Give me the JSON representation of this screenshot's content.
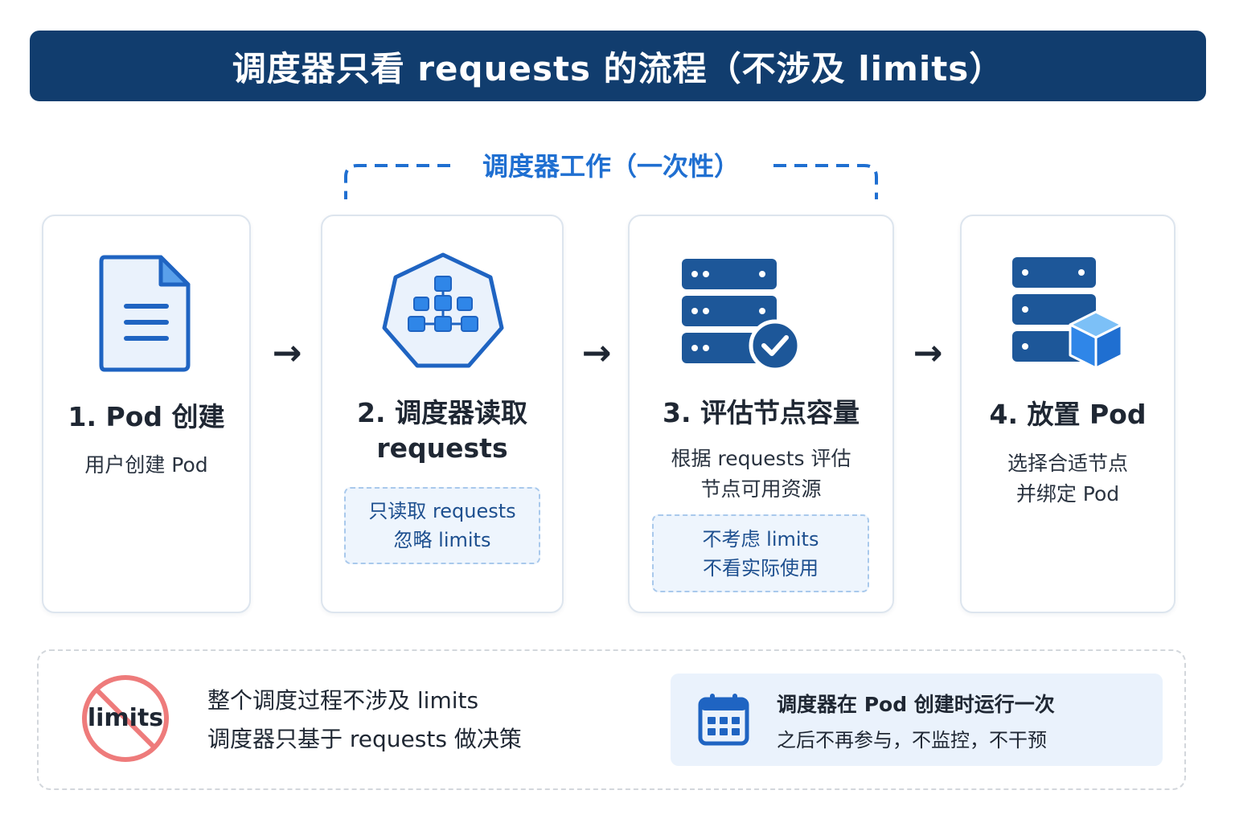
{
  "title": "调度器只看 requests 的流程（不涉及 limits）",
  "scheduler_bracket": {
    "label": "调度器工作（一次性）"
  },
  "steps": [
    {
      "icon": "document-icon",
      "title": "1. Pod 创建",
      "desc": [
        "用户创建 Pod"
      ],
      "note": []
    },
    {
      "icon": "kubernetes-scheduler-icon",
      "title": "2. 调度器读取",
      "title2": "requests",
      "desc": [],
      "note": [
        "只读取 requests",
        "忽略 limits"
      ]
    },
    {
      "icon": "server-check-icon",
      "title": "3. 评估节点容量",
      "desc": [
        "根据 requests 评估",
        "节点可用资源"
      ],
      "note": [
        "不考虑 limits",
        "不看实际使用"
      ]
    },
    {
      "icon": "server-cube-icon",
      "title": "4. 放置 Pod",
      "desc": [
        "选择合适节点",
        "并绑定 Pod"
      ],
      "note": []
    }
  ],
  "arrows": [
    "→",
    "→",
    "→"
  ],
  "bottom": {
    "no_limits_icon_text": "limits",
    "lines": [
      "整个调度过程不涉及 limits",
      "调度器只基于 requests 做决策"
    ],
    "info": {
      "icon": "calendar-icon",
      "line1": "调度器在 Pod 创建时运行一次",
      "line2": "之后不再参与，不监控，不干预"
    }
  },
  "colors": {
    "banner": "#113d6e",
    "accent": "#1f6fd1",
    "icon_dark": "#1d4f8f",
    "icon_light": "#2f86e8",
    "no_red": "#ee7b7b"
  }
}
